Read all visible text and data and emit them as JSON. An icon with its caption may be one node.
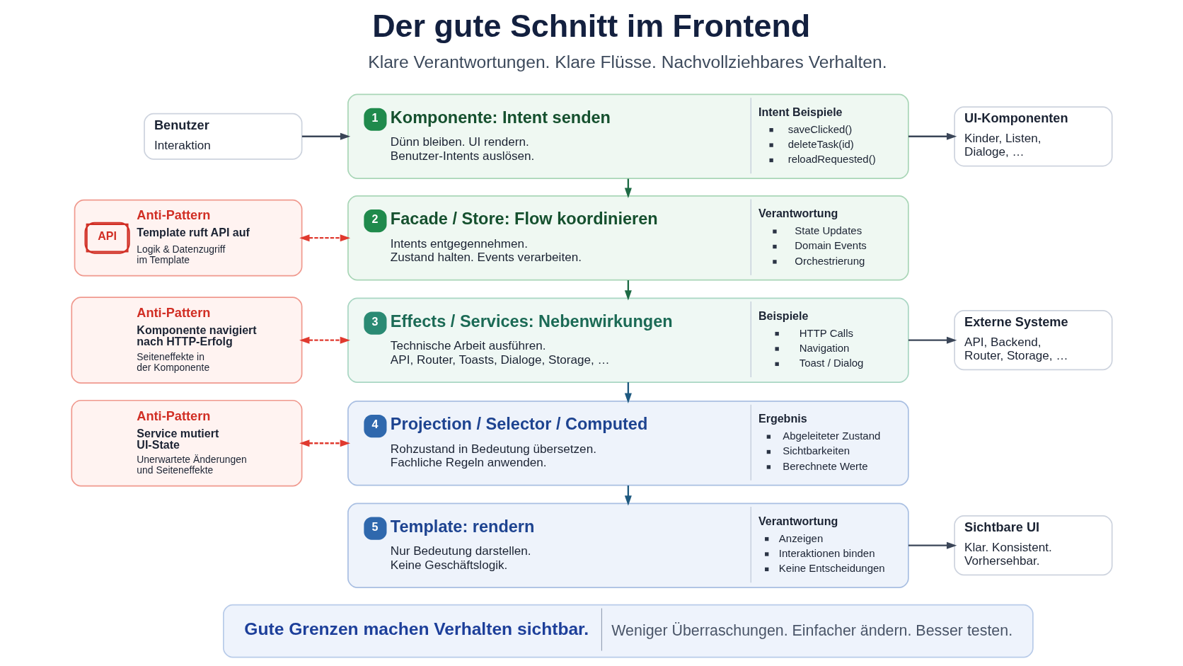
{
  "diagram": {
    "title": "Der gute Schnitt im Frontend",
    "nodes": [
      {
        "text": [
          "Benutzer",
          "Interaktion"
        ]
      },
      {
        "text": [
          "1",
          "Komponente: Intent senden",
          "Dünn bleiben. UI rendern. Benutzer-Intents auslösen.",
          "Intent Beispiele",
          "saveClicked()",
          "deleteTask(id)",
          "reloadRequested()"
        ]
      },
      {
        "text": [
          "UI-Komponenten",
          "Kinder, Listen, Dialoge, …"
        ]
      },
      {
        "text": [
          "API",
          "Anti-Pattern",
          "Template ruft API auf",
          "Logik & Datenzugriff im Template"
        ]
      },
      {
        "text": [
          "2",
          "Facade / Store: Flow koordinieren",
          "Intents entgegennehmen. Zustand halten. Events verarbeiten.",
          "Verantwortung",
          "State Updates",
          "Domain Events",
          "Orchestrierung"
        ]
      },
      {
        "text": [
          "Anti-Pattern",
          "Komponente navigiert nach HTTP-Erfolg",
          "Seiteneffekte in der Komponente"
        ]
      },
      {
        "text": [
          "3",
          "Effects / Services: Nebenwirkungen",
          "Technische Arbeit ausführen. API, Router, Toasts, Dialoge, Storage, …",
          "Beispiele",
          "HTTP Calls",
          "Navigation",
          "Toast / Dialog"
        ]
      },
      {
        "text": [
          "Externe Systeme",
          "API, Backend, Router, Storage, …"
        ]
      },
      {
        "text": [
          "Anti-Pattern",
          "Service mutiert UI-State",
          "Unerwartete Änderungen und Seiteneffekte"
        ]
      },
      {
        "text": [
          "4",
          "Projection / Selector / Computed",
          "Rohzustand in Bedeutung übersetzen. Fachliche Regeln anwenden.",
          "Ergebnis",
          "Abgeleiteter Zustand",
          "Sichtbarkeiten",
          "Berechnete Werte"
        ]
      },
      {
        "text": [
          "5",
          "Template: rendern",
          "Nur Bedeutung darstellen. Keine Geschäftslogik.",
          "Verantwortung",
          "Anzeigen",
          "Interaktionen binden",
          "Keine Entscheidungen"
        ]
      },
      {
        "text": [
          "Sichtbare UI",
          "Klar. Konsistent. Vorhersehbar."
        ]
      },
      {
        "text": [
          "Gute Grenzen machen Verhalten sichtbar.",
          "Weniger Überraschungen. Einfacher ändern. Besser testen."
        ]
      }
    ],
    "edges": [
      {
        "from": 0,
        "to": 1,
        "arrow": "to"
      },
      {
        "from": 1,
        "to": 2,
        "arrow": "to"
      },
      {
        "from": 1,
        "to": 4,
        "arrow": "to",
        "color": "#1e6b45"
      },
      {
        "from": 3,
        "to": 4,
        "arrow": "both",
        "style": "dashed",
        "color": "#e03a2f"
      },
      {
        "from": 4,
        "to": 6,
        "arrow": "to",
        "color": "#1e6b45"
      },
      {
        "from": 5,
        "to": 6,
        "arrow": "both",
        "style": "dashed",
        "color": "#e03a2f"
      },
      {
        "from": 6,
        "to": 7,
        "arrow": "to"
      },
      {
        "from": 6,
        "to": 9,
        "arrow": "to",
        "color": "#1f5a80"
      },
      {
        "from": 8,
        "to": 9,
        "arrow": "both",
        "style": "dashed",
        "color": "#e03a2f"
      },
      {
        "from": 9,
        "to": 10,
        "arrow": "to",
        "color": "#1f5a80"
      },
      {
        "from": 10,
        "to": 11,
        "arrow": "to"
      }
    ],
    "labels": [
      "Klare Verantwortungen. Klare Flüsse. Nachvollziehbares Verhalten."
    ]
  }
}
